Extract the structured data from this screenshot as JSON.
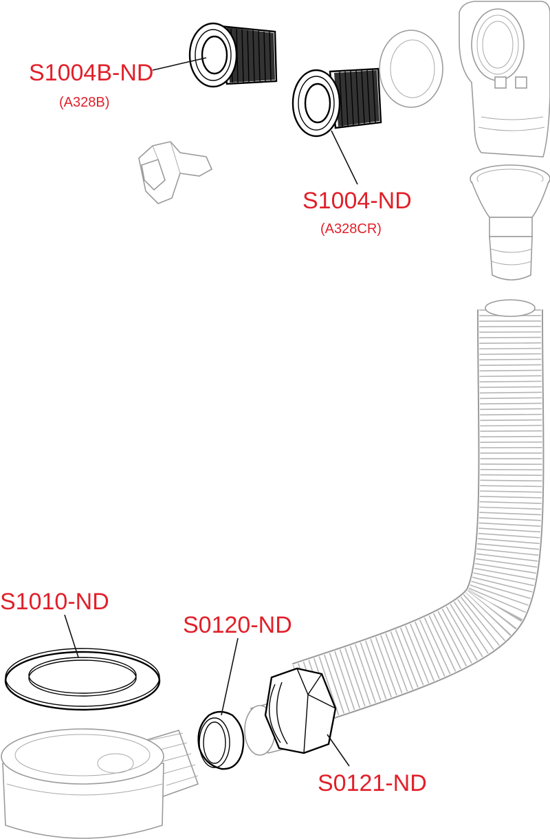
{
  "parts": [
    {
      "id": "s1004b",
      "code": "S1004B-ND",
      "alt": "(A328B)"
    },
    {
      "id": "s1004",
      "code": "S1004-ND",
      "alt": "(A328CR)"
    },
    {
      "id": "s1010",
      "code": "S1010-ND"
    },
    {
      "id": "s0120",
      "code": "S0120-ND"
    },
    {
      "id": "s0121",
      "code": "S0121-ND"
    }
  ],
  "colors": {
    "label": "#e0202a",
    "highlight_stroke": "#000000",
    "context_stroke": "#9a9a9a"
  }
}
